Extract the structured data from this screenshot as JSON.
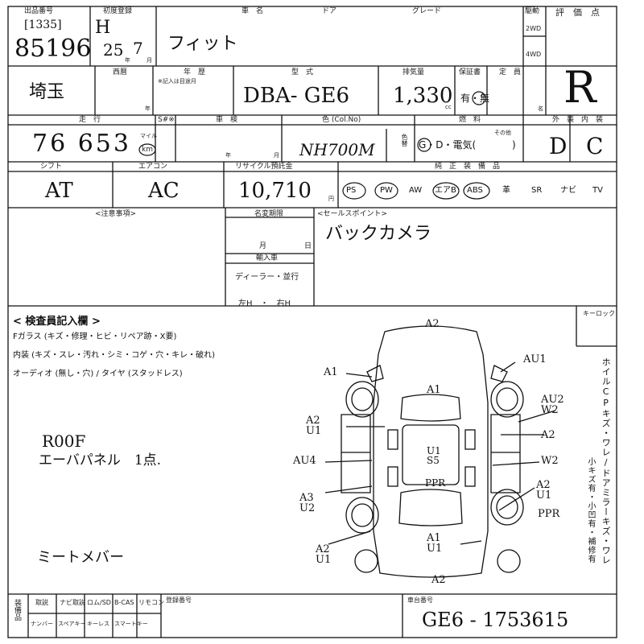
{
  "header": {
    "lot_label": "出品番号",
    "lot_sub": "[1335]",
    "lot_number": "85196",
    "first_reg_label": "初度登録",
    "era": "H",
    "reg_year": "25",
    "reg_year_unit": "年",
    "reg_month": "7",
    "reg_month_unit": "月",
    "car_name_label": "車　名",
    "car_name": "フィット",
    "door_label": "ドア",
    "grade_label": "グレード",
    "drive_label": "駆動",
    "drive_2wd": "2WD",
    "drive_4wd": "4WD",
    "score_label": "評　価　点",
    "score": "R"
  },
  "row2": {
    "region": "埼玉",
    "western_label": "西暦",
    "year_unit": "年",
    "calendar_label": "年　歴",
    "calendar_note": "※記入は目途月",
    "model_label": "型　式",
    "model": "DBA- GE6",
    "displacement_label": "排気量",
    "displacement": "1,330",
    "cc": "cc",
    "warranty_label": "保証書",
    "warranty": "有・無",
    "capacity_label": "定　員",
    "capacity_unit": "名"
  },
  "row3": {
    "mileage_label": "走　行",
    "mileage": "76 653",
    "mile_unit": "マイル",
    "km_unit": "km",
    "s_label": "S#※",
    "inspection_label": "車　検",
    "insp_year": "年",
    "insp_month": "月",
    "color_label": "色 (Col.No)",
    "color_code": "NH700M",
    "color_side": "色替",
    "fuel_label": "燃　料",
    "fuel_options": "G・D・電気(",
    "fuel_other": "その他",
    "fuel_close": ")",
    "exterior_label": "外　装",
    "exterior": "D",
    "interior_label": "内　装",
    "interior": "C"
  },
  "row4": {
    "shift_label": "シフト",
    "shift": "AT",
    "ac_label": "エアコン",
    "ac": "AC",
    "recycle_label": "リサイクル預託金",
    "recycle": "10,710",
    "yen": "円",
    "equipment_label": "純　正　装　備　品",
    "equipment": [
      "PS",
      "PW",
      "AW",
      "エアB",
      "ABS",
      "革",
      "SR",
      "ナビ",
      "TV"
    ]
  },
  "notes": {
    "caution_label": "<注意事項>",
    "name_expiry_label": "名変期限",
    "name_month": "月",
    "name_day": "日",
    "import_label": "輸入車",
    "import_type": "ディーラー・並行",
    "steering": "左H　・　右H",
    "selling_label": "<セールスポイント>",
    "selling_point": "バックカメラ"
  },
  "inspector": {
    "title": "< 検査員記入欄 >",
    "line1": "Fガラス (キズ・修理・ヒビ・リペア跡・X要)",
    "line2": "内装 (キズ・スレ・汚れ・シミ・コゲ・穴・キレ・破れ)",
    "line3": "オーディオ (無し・穴) / タイヤ (スタッドレス)",
    "hand1": "R00F",
    "hand2": "エーバパネル　1点.",
    "hand3": "ミートメバー",
    "key_lock": "キーロック",
    "side_text": "ホイルCPキズ・ワレ/ドアミラーキズ・ワレ",
    "side_text2": "小キズ有・小凹有・補修有"
  },
  "marks": {
    "a2_top": "A2",
    "a1_left": "A1",
    "au1": "AU1",
    "a1_hood": "A1",
    "a2u1": "A2\nU1",
    "au2w2": "AU2\nW2",
    "a2_right": "A2",
    "au4": "AU4",
    "u1s5": "U1\nS5",
    "ppr_c": "PPR",
    "w2": "W2",
    "a3u2": "A3\nU2",
    "a2u1_r": "A2\nU1",
    "ppr_r": "PPR",
    "a2u1_bl": "A2\nU1",
    "a1u1_b": "A1\nU1",
    "a2_bottom": "A2"
  },
  "footer": {
    "equip_label": "装備品",
    "row1": [
      "取説",
      "ナビ取説",
      "ロム/SD",
      "B-CAS",
      "リモコン"
    ],
    "row2": [
      "ナンバー",
      "スペアキー",
      "キーレス",
      "スマートキー",
      ""
    ],
    "reg_number_label": "登録番号",
    "chassis_label": "車台番号",
    "chassis": "GE6 - 1753615"
  }
}
